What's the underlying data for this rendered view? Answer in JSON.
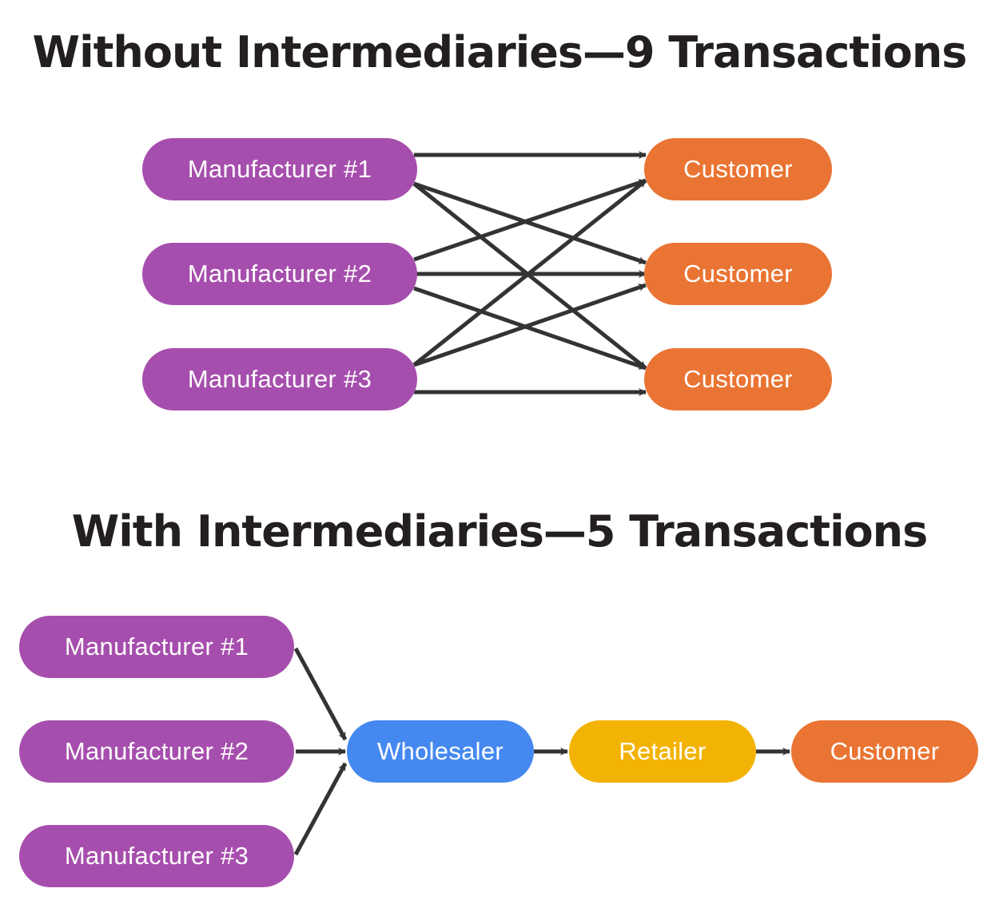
{
  "colors": {
    "manufacturer": "#a64ead",
    "customer": "#ea7433",
    "wholesaler": "#4589f0",
    "retailer": "#f3b305",
    "arrow": "#333333",
    "title": "#231f20"
  },
  "top": {
    "title": "Without Intermediaries—9 Transactions",
    "manufacturers": [
      "Manufacturer #1",
      "Manufacturer #2",
      "Manufacturer #3"
    ],
    "customers": [
      "Customer",
      "Customer",
      "Customer"
    ],
    "transactions": [
      {
        "from": 0,
        "to": 0
      },
      {
        "from": 0,
        "to": 1
      },
      {
        "from": 0,
        "to": 2
      },
      {
        "from": 1,
        "to": 0
      },
      {
        "from": 1,
        "to": 1
      },
      {
        "from": 1,
        "to": 2
      },
      {
        "from": 2,
        "to": 0
      },
      {
        "from": 2,
        "to": 1
      },
      {
        "from": 2,
        "to": 2
      }
    ]
  },
  "bottom": {
    "title": "With Intermediaries—5 Transactions",
    "manufacturers": [
      "Manufacturer #1",
      "Manufacturer #2",
      "Manufacturer #3"
    ],
    "wholesaler": "Wholesaler",
    "retailer": "Retailer",
    "customer": "Customer",
    "transactions": [
      {
        "from": "Manufacturer #1",
        "to": "Wholesaler"
      },
      {
        "from": "Manufacturer #2",
        "to": "Wholesaler"
      },
      {
        "from": "Manufacturer #3",
        "to": "Wholesaler"
      },
      {
        "from": "Wholesaler",
        "to": "Retailer"
      },
      {
        "from": "Retailer",
        "to": "Customer"
      }
    ]
  }
}
